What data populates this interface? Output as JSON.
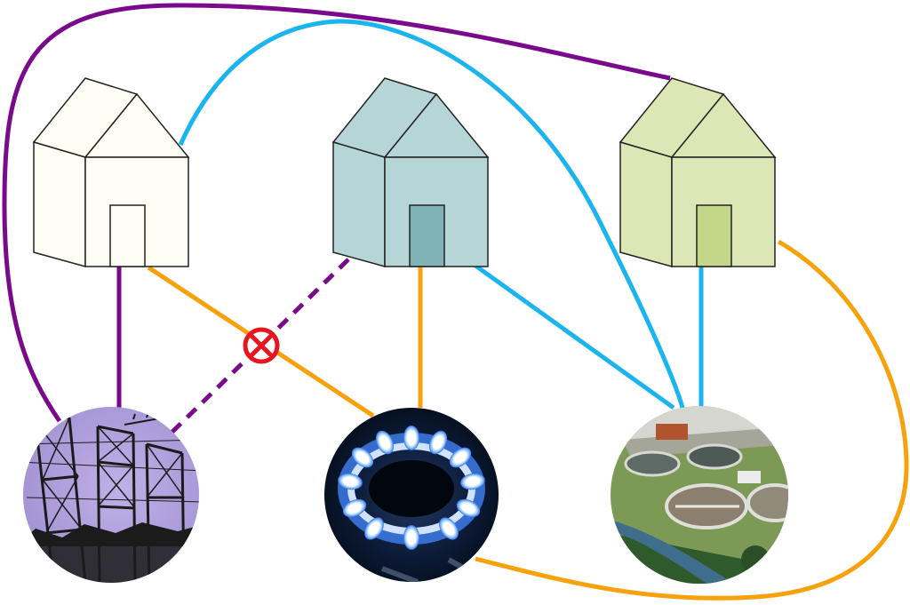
{
  "colors": {
    "electricity": "#7a0a8c",
    "water": "#1cb4ee",
    "gas": "#f7a10c",
    "blocked": "#e8141e",
    "house_left_wall": "#fdfdf4",
    "house_left_door": "#fdfdf4",
    "house_middle_wall": "#b6d5d7",
    "house_middle_door": "#7fb3b8",
    "house_right_wall": "#dce7b5",
    "house_right_door": "#c3d68a"
  },
  "nodes": {
    "houses": [
      {
        "id": "house-left",
        "icon": "house-icon"
      },
      {
        "id": "house-middle",
        "icon": "house-icon"
      },
      {
        "id": "house-right",
        "icon": "house-icon"
      }
    ],
    "utilities": [
      {
        "id": "electricity",
        "icon": "power-substation-photo"
      },
      {
        "id": "gas",
        "icon": "gas-burner-flame-photo"
      },
      {
        "id": "water",
        "icon": "water-treatment-plant-photo"
      }
    ]
  },
  "connections": [
    {
      "from": "house-left",
      "to": "electricity",
      "utility": "electricity",
      "style": "solid"
    },
    {
      "from": "house-left",
      "to": "gas",
      "utility": "gas",
      "style": "solid"
    },
    {
      "from": "house-left",
      "to": "water",
      "utility": "water",
      "style": "solid"
    },
    {
      "from": "house-middle",
      "to": "electricity",
      "utility": "electricity",
      "style": "dashed",
      "blocked": true
    },
    {
      "from": "house-middle",
      "to": "gas",
      "utility": "gas",
      "style": "solid"
    },
    {
      "from": "house-middle",
      "to": "water",
      "utility": "water",
      "style": "solid"
    },
    {
      "from": "house-right",
      "to": "electricity",
      "utility": "electricity",
      "style": "solid"
    },
    {
      "from": "house-right",
      "to": "gas",
      "utility": "gas",
      "style": "solid"
    },
    {
      "from": "house-right",
      "to": "water",
      "utility": "water",
      "style": "solid"
    }
  ]
}
